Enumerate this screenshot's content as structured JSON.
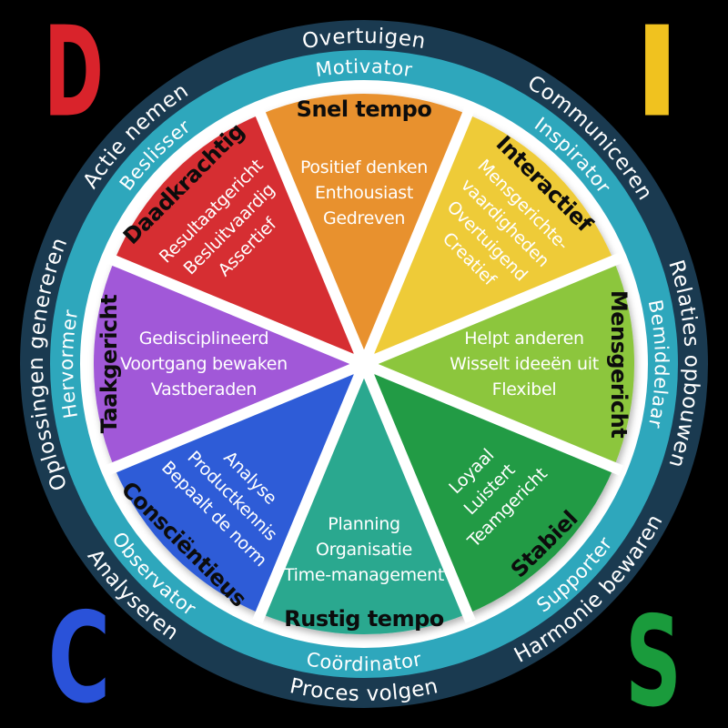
{
  "wheel": {
    "background": "#000000",
    "gap_color": "#ffffff"
  },
  "corners": {
    "d": {
      "label": "D",
      "color": "#d9232b"
    },
    "i": {
      "label": "I",
      "color": "#f0c21f"
    },
    "c": {
      "label": "C",
      "color": "#2a52d9"
    },
    "s": {
      "label": "S",
      "color": "#1a9b3c"
    }
  },
  "outer_ring": {
    "color": "#1a3a50",
    "labels": {
      "top": "Overtuigen",
      "top_right": "Communiceren",
      "right": "Relaties opbouwen",
      "bottom_right": "Harmonie bewaren",
      "bottom": "Proces volgen",
      "bottom_left": "Analyseren",
      "left": "Oplossingen genereren",
      "top_left": "Actie nemen"
    }
  },
  "inner_ring": {
    "color": "#2ea7bc",
    "labels": {
      "top": "Motivator",
      "top_right": "Inspirator",
      "right": "Bemiddelaar",
      "bottom_right": "Supporter",
      "bottom": "Coördinator",
      "bottom_left": "Observator",
      "left": "Hervormer",
      "top_left": "Beslisser"
    }
  },
  "wedges": [
    {
      "id": "snel-tempo",
      "title": "Snel tempo",
      "color": "#e8912e",
      "lines": [
        "Positief denken",
        "Enthousiast",
        "Gedreven"
      ]
    },
    {
      "id": "interactief",
      "title": "Interactief",
      "color": "#eecb39",
      "lines": [
        "Mensgerichte-",
        "vaardigheden",
        "Overtuigend",
        "Creatief"
      ]
    },
    {
      "id": "mensgericht",
      "title": "Mensgericht",
      "color": "#8cc63e",
      "lines": [
        "Helpt anderen",
        "Wisselt ideeën uit",
        "Flexibel"
      ]
    },
    {
      "id": "stabiel",
      "title": "Stabiel",
      "color": "#209b45",
      "lines": [
        "Loyaal",
        "Luistert",
        "Teamgericht"
      ]
    },
    {
      "id": "rustig-tempo",
      "title": "Rustig tempo",
      "color": "#29a88f",
      "lines": [
        "Planning",
        "Organisatie",
        "Time-management"
      ]
    },
    {
      "id": "conscientieus",
      "title": "Consciëntieus",
      "color": "#2e5bd7",
      "lines": [
        "Analyse",
        "Productkennis",
        "Bepaalt de norm"
      ]
    },
    {
      "id": "taakgericht",
      "title": "Taakgericht",
      "color": "#a158d8",
      "lines": [
        "Gedisciplineerd",
        "Voortgang bewaken",
        "Vastberaden"
      ]
    },
    {
      "id": "daadkrachtig",
      "title": "Daadkrachtig",
      "color": "#d62e33",
      "lines": [
        "Resultaatgericht",
        "Besluitvaardig",
        "Assertief"
      ]
    }
  ]
}
